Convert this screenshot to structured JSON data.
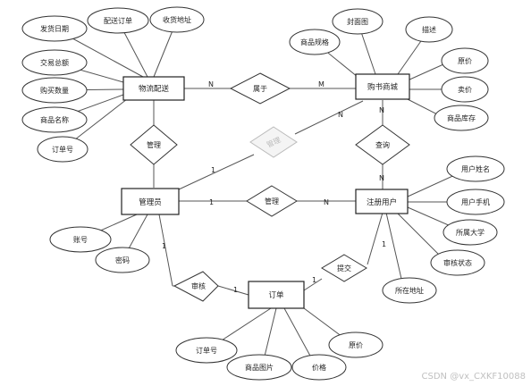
{
  "entities": {
    "logistics": "物流配送",
    "mall": "购书商城",
    "admin": "管理员",
    "user": "注册用户",
    "order": "订单"
  },
  "attributes": {
    "ship_date": "发货日期",
    "order_deliver": "配送订单",
    "address": "收货地址",
    "total_amount": "交易总额",
    "buy_qty": "购买数量",
    "product_name": "商品名称",
    "order_no": "订单号",
    "cover_image": "封面图",
    "spec": "商品规格",
    "description": "描述",
    "orig_price": "原价",
    "sale_price": "卖价",
    "stock": "商品库存",
    "user_name": "用户姓名",
    "user_phone": "用户手机",
    "university": "所属大学",
    "audit_status": "审核状态",
    "location": "所在地址",
    "account": "账号",
    "password": "密码",
    "order_no2": "订单号",
    "product_image": "商品图片",
    "price": "价格",
    "order_price": "原价"
  },
  "relations": {
    "belongs": "属于",
    "manage_logistics": "管理",
    "manage_mall": "管理",
    "query": "查询",
    "manage_user": "管理",
    "audit": "审核",
    "submit": "提交"
  },
  "cardinalities": {
    "logistics_belongs": "N",
    "belongs_mall": "M",
    "admin_mall": "1",
    "mall_n": "N",
    "mall_query": "N",
    "query_user": "N",
    "admin_user": "1",
    "user_admin": "N",
    "admin_audit": "1",
    "audit_order": "1",
    "submit_order": "1",
    "user_submit": "1"
  },
  "watermark": "CSDN @vx_CXKF10088"
}
